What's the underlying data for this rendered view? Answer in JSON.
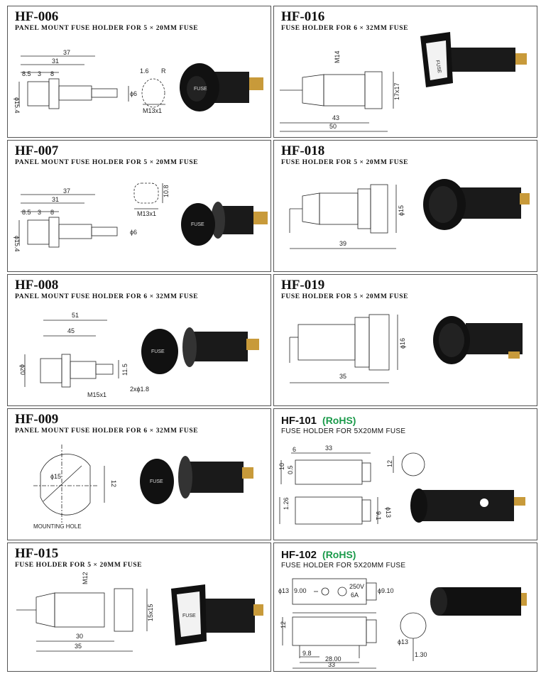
{
  "products": [
    {
      "id": "hf006",
      "code": "HF-006",
      "desc": "PANEL  MOUNT  FUSE  HOLDER  FOR 5 × 20MM  FUSE",
      "dims": [
        "37",
        "31",
        "8.5",
        "3",
        "8",
        "ϕ15.4",
        "ϕ6",
        "1.6",
        "R",
        "M13x1"
      ]
    },
    {
      "id": "hf016",
      "code": "HF-016",
      "desc": "FUSE  HOLDER  FOR 6 × 32MM  FUSE",
      "dims": [
        "M14",
        "17x17",
        "43",
        "50"
      ],
      "label": "FUSE"
    },
    {
      "id": "hf007",
      "code": "HF-007",
      "desc": "PANEL  MOUNT  FUSE  HOLDER  FOR 5 × 20MM  FUSE",
      "dims": [
        "37",
        "31",
        "8.5",
        "3",
        "8",
        "ϕ15.4",
        "ϕ6",
        "10.8",
        "M13x1"
      ]
    },
    {
      "id": "hf018",
      "code": "HF-018",
      "desc": "FUSE  HOLDER  FOR 5 × 20MM  FUSE",
      "dims": [
        "ϕ15",
        "39"
      ]
    },
    {
      "id": "hf008",
      "code": "HF-008",
      "desc": "PANEL  MOUNT  FUSE  HOLDER  FOR 6 × 32MM  FUSE",
      "dims": [
        "51",
        "45",
        "ϕ20",
        "11.5",
        "M15x1",
        "2xϕ1.8"
      ]
    },
    {
      "id": "hf019",
      "code": "HF-019",
      "desc": "FUSE  HOLDER  FOR 5 × 20MM  FUSE",
      "dims": [
        "ϕ16",
        "35"
      ]
    },
    {
      "id": "hf009",
      "code": "HF-009",
      "desc": "PANEL  MOUNT  FUSE  HOLDER  FOR 6 × 32MM  FUSE",
      "dims": [
        "ϕ15",
        "12",
        "MOUNTING HOLE"
      ]
    },
    {
      "id": "hf101",
      "code": "HF-101",
      "rohs": "(RoHS)",
      "desc": "FUSE HOLDER FOR 5X20MM FUSE",
      "dims": [
        "6",
        "33",
        "10",
        "0.5",
        "1.26",
        "ϕ13",
        "9.1",
        "12"
      ]
    },
    {
      "id": "hf015",
      "code": "HF-015",
      "desc": "FUSE  HOLDER  FOR 5 × 20MM  FUSE",
      "dims": [
        "M12",
        "15x15",
        "30",
        "35"
      ],
      "label": "FUSE"
    },
    {
      "id": "hf102",
      "code": "HF-102",
      "rohs": "(RoHS)",
      "desc": "FUSE HOLDER FOR 5X20MM FUSE",
      "dims": [
        "ϕ13",
        "9.00",
        "ϕ9.10",
        "250V",
        "6A",
        "12",
        "9.8",
        "28.00",
        "33",
        "ϕ13",
        "1.30"
      ]
    }
  ],
  "fuse_cap_text": "FUSE",
  "colors": {
    "rohs": "#1a9a4a",
    "border": "#555555",
    "part_dark": "#1a1a1a"
  }
}
